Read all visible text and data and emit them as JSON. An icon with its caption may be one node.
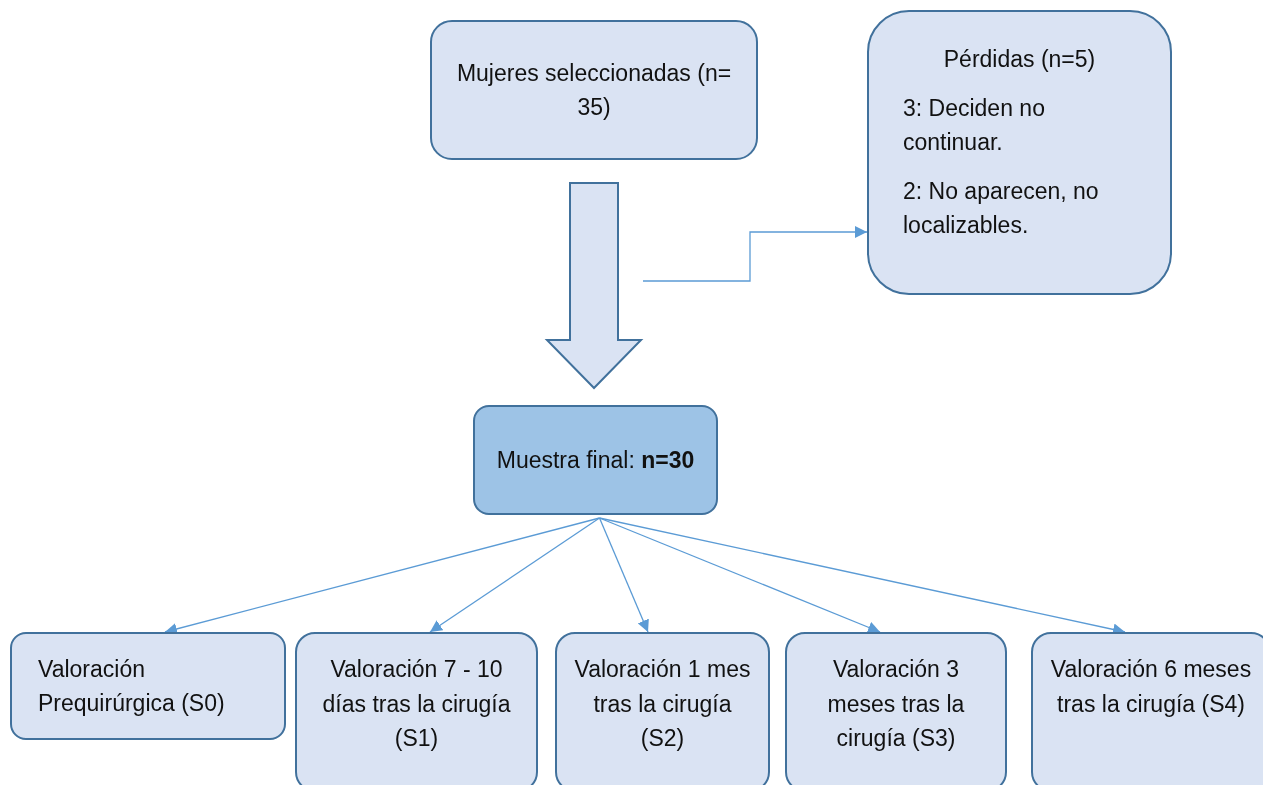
{
  "diagram": {
    "nodes": [
      {
        "text": [
          "Mujeres seleccionadas (n= 35)"
        ]
      },
      {
        "text": [
          "Pérdidas (n=5)",
          "3: Deciden no continuar.",
          "2: No aparecen, no localizables."
        ]
      },
      {
        "text": [
          "Muestra final: **n=30**"
        ]
      },
      {
        "text": [
          "Valoración Prequirúrgica (S0)"
        ]
      },
      {
        "text": [
          "Valoración 7 - 10 días tras la cirugía (S1)"
        ]
      },
      {
        "text": [
          "Valoración 1 mes tras la cirugía (S2)"
        ]
      },
      {
        "text": [
          "Valoración 3 meses tras la cirugía (S3)"
        ]
      },
      {
        "text": [
          "Valoración 6 meses tras la cirugía (S4)"
        ]
      }
    ],
    "edges": [
      {
        "from": 0,
        "to": 2,
        "arrow": "to",
        "style": "thick"
      },
      {
        "from": null,
        "to": 1,
        "arrow": "to"
      },
      {
        "from": 2,
        "to": 3,
        "arrow": "to"
      },
      {
        "from": 2,
        "to": 4,
        "arrow": "to"
      },
      {
        "from": 2,
        "to": 5,
        "arrow": "to"
      },
      {
        "from": 2,
        "to": 6,
        "arrow": "to"
      },
      {
        "from": 2,
        "to": 7,
        "arrow": "to"
      }
    ]
  }
}
